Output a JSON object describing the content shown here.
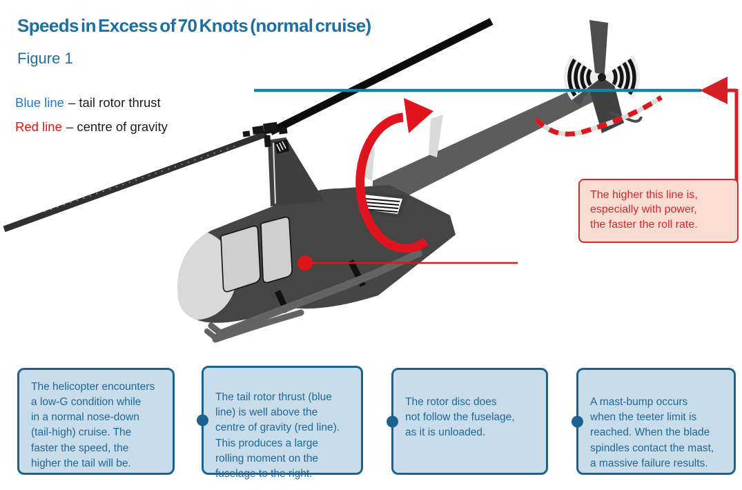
{
  "title": "Speeds in Excess of 70 Knots (normal cruise)",
  "figure_label": "Figure 1",
  "legend": [
    {
      "key": "Blue line",
      "suffix": "– tail rotor thrust",
      "color": "#2478c8"
    },
    {
      "key": "Red line",
      "suffix": "– centre of gravity",
      "color": "#fb0708"
    }
  ],
  "callout": {
    "text": "The higher this line is,\nespecially with power,\nthe faster the roll rate."
  },
  "notes": [
    {
      "has_connector_dot": false,
      "text": "The helicopter encounters\na low-G condition while\nin a normal nose-down\n(tail-high) cruise. The\nfaster the speed, the\nhigher the tail will be."
    },
    {
      "has_connector_dot": true,
      "text": "The tail rotor thrust (blue\nline) is well above the\ncentre of gravity (red line).\nThis produces a large\nrolling moment on the\nfuselage to the right."
    },
    {
      "has_connector_dot": true,
      "text": "The rotor disc does\nnot follow the fuselage,\nas it is unloaded."
    },
    {
      "has_connector_dot": true,
      "text": "A mast-bump occurs\nwhen the teeter limit is\nreached. When the blade\nspindles contact the mast,\na massive failure results."
    }
  ],
  "diagram_icons": {
    "helicopter": "helicopter-nose-down-illustration",
    "blue_line": "tail-rotor-thrust-line",
    "red_cg_dot": "centre-of-gravity-marker",
    "red_cg_line": "centre-of-gravity-line",
    "roll_arrow": "rolling-moment-arrow",
    "dashed_arc": "unloaded-rotor-disc-path",
    "red_connector": "callout-pointer-arrow"
  },
  "colors": {
    "title_blue": "#1d6f9f",
    "legend_blue": "#2478c8",
    "legend_red": "#fb0708",
    "thrust_line_blue": "#1581ad",
    "graphic_red": "#e0151a",
    "callout_border_red": "#d62a28",
    "callout_fill": "#f9ddd2",
    "note_border_blue": "#1a6291",
    "note_fill": "#c9dcea",
    "note_text_blue": "#1d6899",
    "fuselage_gray": "#454545",
    "boom_gray": "#5c5c5c",
    "nose_light_gray": "#d9d9d9"
  }
}
